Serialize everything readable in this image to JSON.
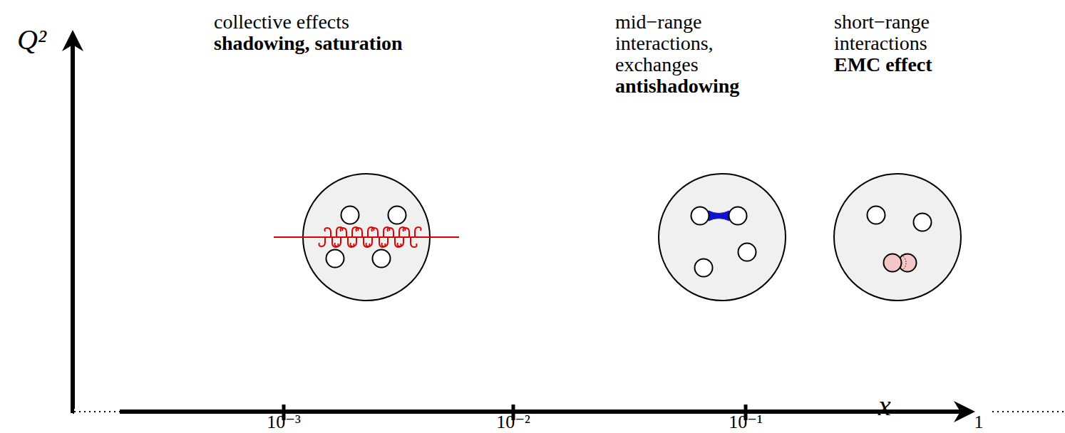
{
  "diagram": {
    "nodes": [
      {
        "text": [
          "collective effects",
          "shadowing, saturation"
        ]
      },
      {
        "text": [
          "mid−range interactions, exchanges",
          "antishadowing"
        ]
      },
      {
        "text": [
          "short−range interactions",
          "EMC effect"
        ]
      }
    ],
    "labels": [
      "Q²",
      "10⁻³",
      "10⁻²",
      "10⁻¹",
      "1",
      "x"
    ]
  }
}
